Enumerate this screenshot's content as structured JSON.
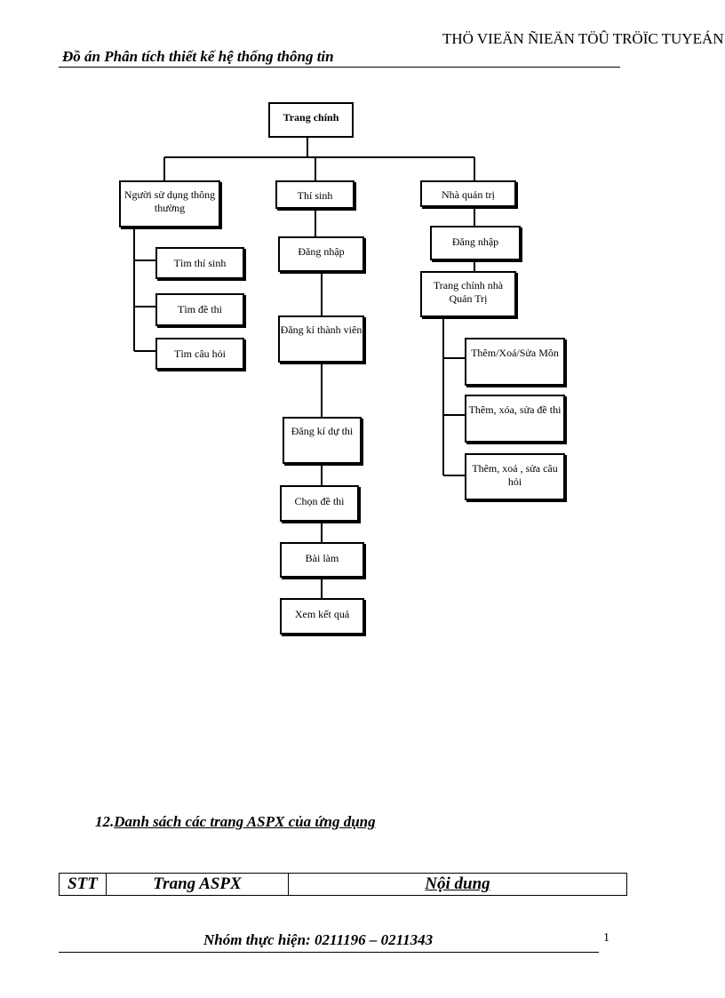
{
  "header": {
    "right_title": "THÖ VIEÄN ÑIEÄN TÖÛ TRÖÏC TUYEÁN",
    "left_title": "Đồ án Phân tích thiết kế hệ thống thông tin"
  },
  "diagram": {
    "root": "Trang chính",
    "user": "Người sử dụng thông thường",
    "user_children": [
      "Tìm thí sinh",
      "Tìm đề thi",
      "Tìm câu hỏi"
    ],
    "candidate": "Thí sinh",
    "candidate_chain": [
      "Đăng nhập",
      "Đăng kí thành viên",
      "Đăng kí dự thi",
      "Chọn đề thi",
      "Bài làm",
      "Xem kết quả"
    ],
    "admin": "Nhà quản trị",
    "admin_login": "Đăng nhập",
    "admin_home": "Trang chính nhà Quản Trị",
    "admin_children": [
      "Thêm/Xoá/Sửa Môn",
      "Thêm, xóa, sửa đề thi",
      "Thêm, xoá , sửa câu hỏi"
    ]
  },
  "section": {
    "number": "12.",
    "title": "Danh sách  các trang ASPX của ứng dụng"
  },
  "table": {
    "headers": [
      "STT",
      "Trang ASPX",
      "Nội dung"
    ]
  },
  "footer": {
    "text": "Nhóm thực hiện:  0211196 – 0211343",
    "page": "1"
  }
}
